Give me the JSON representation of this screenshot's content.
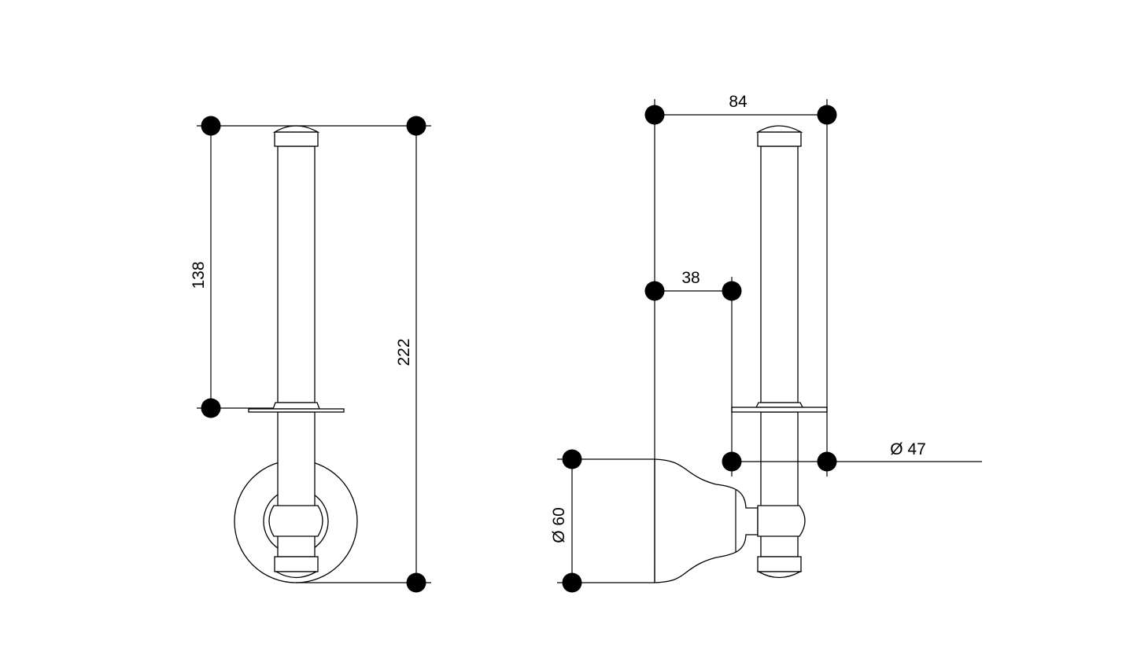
{
  "drawing": {
    "front_view": {
      "dimensions": {
        "pin_length": "138",
        "total_height": "222"
      }
    },
    "side_view": {
      "dimensions": {
        "total_projection": "84",
        "flange_offset": "38",
        "flange_diameter": "Ø 47",
        "base_diameter": "Ø 60"
      }
    },
    "colors": {
      "line": "#000000",
      "background": "#ffffff"
    }
  }
}
